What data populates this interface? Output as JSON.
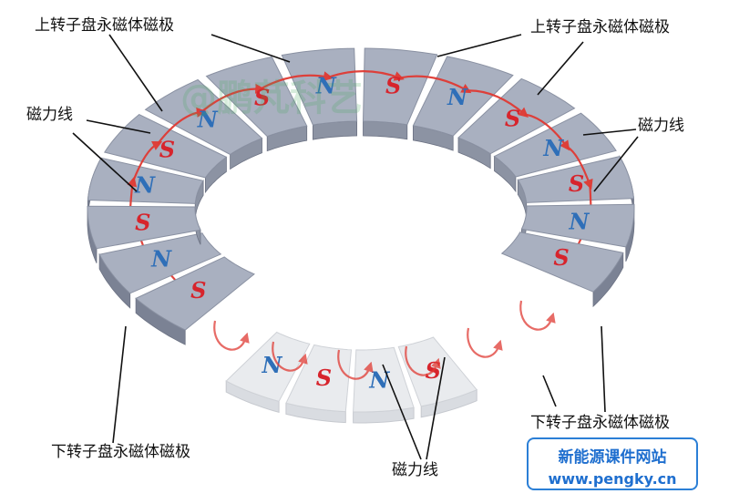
{
  "labels": {
    "upper_left": "上转子盘永磁体磁极",
    "upper_right": "上转子盘永磁体磁极",
    "flux_left": "磁力线",
    "flux_right": "磁力线",
    "lower_left": "下转子盘永磁体磁极",
    "lower_right": "下转子盘永磁体磁极",
    "flux_bottom": "磁力线"
  },
  "watermark": "@鹏芃科艺",
  "site": {
    "name": "新能源课件网站",
    "url": "www.pengky.cn"
  },
  "upper_poles": [
    "S",
    "N",
    "S",
    "N",
    "S",
    "N",
    "S",
    "N",
    "S",
    "N",
    "S",
    "N",
    "S",
    "N",
    "S"
  ],
  "lower_poles": [
    "S",
    "N",
    "S",
    "N"
  ],
  "colors": {
    "plate_top": "#a9b0c0",
    "plate_side": "#7b8294",
    "lower_plate": "#e9ebee",
    "pole_s": "#d7242c",
    "pole_n": "#2f6fb8",
    "flux": "#e03a33",
    "site_accent": "#2b7fd6"
  }
}
